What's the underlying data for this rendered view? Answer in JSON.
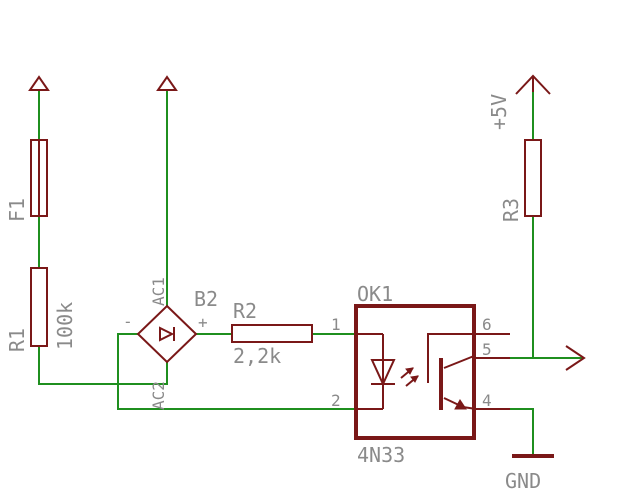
{
  "components": {
    "fuse": {
      "ref": "F1"
    },
    "r1": {
      "ref": "R1",
      "value": "100k"
    },
    "bridge": {
      "ref": "B2",
      "pin_top": "AC1",
      "pin_bottom": "AC2",
      "minus": "-",
      "plus": "+"
    },
    "r2": {
      "ref": "R2",
      "value": "2,2k"
    },
    "optocoupler": {
      "ref": "OK1",
      "value": "4N33",
      "pins": [
        "1",
        "2",
        "4",
        "5",
        "6"
      ]
    },
    "r3": {
      "ref": "R3"
    }
  },
  "nets": {
    "supply": "+5V",
    "ground": "GND"
  },
  "colors": {
    "component": "#7a1818",
    "wire": "#1f8f1f",
    "label_gray": "#8a8a8a"
  }
}
